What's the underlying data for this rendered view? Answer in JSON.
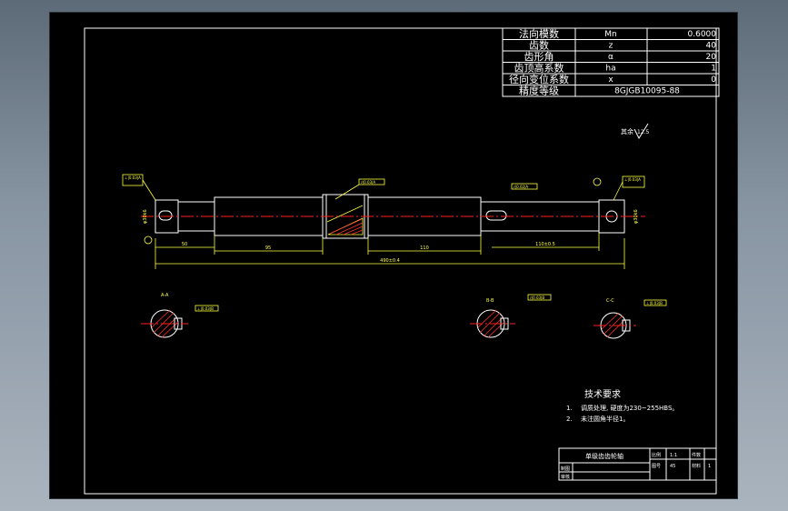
{
  "param_table": {
    "rows": [
      {
        "label": "法向模数",
        "symbol": "Mn",
        "value": "0.6000"
      },
      {
        "label": "齿数",
        "symbol": "z",
        "value": "40"
      },
      {
        "label": "齿形角",
        "symbol": "α",
        "value": "20"
      },
      {
        "label": "齿顶高系数",
        "symbol": "ha",
        "value": "1"
      },
      {
        "label": "径向变位系数",
        "symbol": "x",
        "value": "0"
      },
      {
        "label": "精度等级",
        "symbol": "8GJGB10095-88",
        "value": ""
      }
    ]
  },
  "surface_finish": {
    "label": "其余",
    "value": "12.5"
  },
  "tech_requirements": {
    "title": "技术要求",
    "items": [
      {
        "num": "1.",
        "text": "调质处理, 硬度为230~255HBS。"
      },
      {
        "num": "2.",
        "text": "未注圆角半径1。"
      }
    ]
  },
  "title_block": {
    "part_name": "单级齿齿轮轴",
    "scale_label": "比例",
    "scale_value": "1:1",
    "sheet_label": "图号",
    "qty_label": "件数",
    "qty_value": "1",
    "material_label": "材料",
    "material_value": "45",
    "draw_label": "制图",
    "check_label": "审核"
  },
  "dimensions": {
    "total_length": "490±0.4",
    "seg_1": "95",
    "seg_2": "110",
    "seg_3": "110±0.5",
    "seg_4": "50",
    "diameter_left": "φ30k6",
    "diameter_right": "φ30k6",
    "section_1_label": "A-A",
    "section_2_label": "B-B",
    "section_3_label": "C-C",
    "tol_frame_1": "⊥|0.03|A",
    "tol_frame_2": "⊥|0.03|A",
    "tol_frame_3": "⊥|0.03|B",
    "tol_frame_4": "⫽|0.03|A",
    "tol_frame_5": "⫽|0.02|A",
    "tol_frame_6": "⫽|0.03|B"
  },
  "colors": {
    "background": "#000000",
    "line_white": "#ffffff",
    "line_yellow": "#ffff40",
    "centerline": "#ff2020",
    "outer_bg": "#7b8896"
  }
}
